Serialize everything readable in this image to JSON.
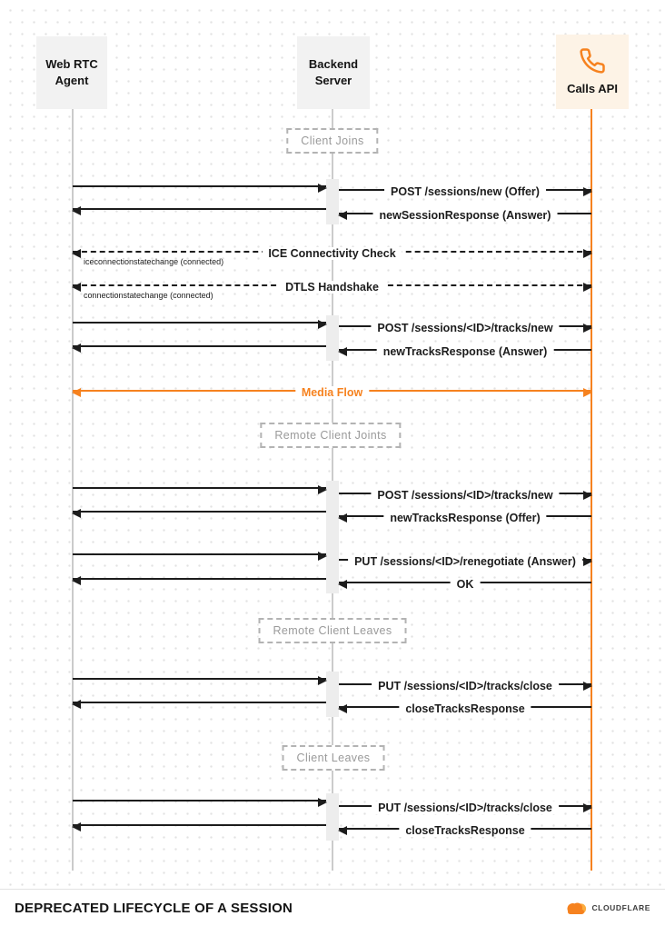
{
  "colors": {
    "accent": "#f6821f",
    "line": "#1c1c1c",
    "muted": "#9a9a9a"
  },
  "actors": {
    "webrtc": {
      "line1": "Web RTC",
      "line2": "Agent"
    },
    "backend": {
      "line1": "Backend",
      "line2": "Server"
    },
    "calls": {
      "label": "Calls API"
    }
  },
  "groups": [
    {
      "label": "Client Joins"
    },
    {
      "label": "Remote Client Joints"
    },
    {
      "label": "Remote Client Leaves"
    },
    {
      "label": "Client Leaves"
    }
  ],
  "messages": [
    {
      "label": "POST /sessions/new (Offer)"
    },
    {
      "label": "newSessionResponse (Answer)"
    },
    {
      "label": "ICE Connectivity Check",
      "note": "iceconnectionstatechange (connected)"
    },
    {
      "label": "DTLS Handshake",
      "note": "connectionstatechange (connected)"
    },
    {
      "label": "POST /sessions/<ID>/tracks/new"
    },
    {
      "label": "newTracksResponse (Answer)"
    },
    {
      "label": "Media Flow"
    },
    {
      "label": "POST /sessions/<ID>/tracks/new"
    },
    {
      "label": "newTracksResponse (Offer)"
    },
    {
      "label": "PUT /sessions/<ID>/renegotiate (Answer)"
    },
    {
      "label": "OK"
    },
    {
      "label": "PUT /sessions/<ID>/tracks/close"
    },
    {
      "label": "closeTracksResponse"
    },
    {
      "label": "PUT /sessions/<ID>/tracks/close"
    },
    {
      "label": "closeTracksResponse"
    }
  ],
  "footer": {
    "title": "DEPRECATED LIFECYCLE OF A SESSION",
    "brand": "CLOUDFLARE"
  }
}
